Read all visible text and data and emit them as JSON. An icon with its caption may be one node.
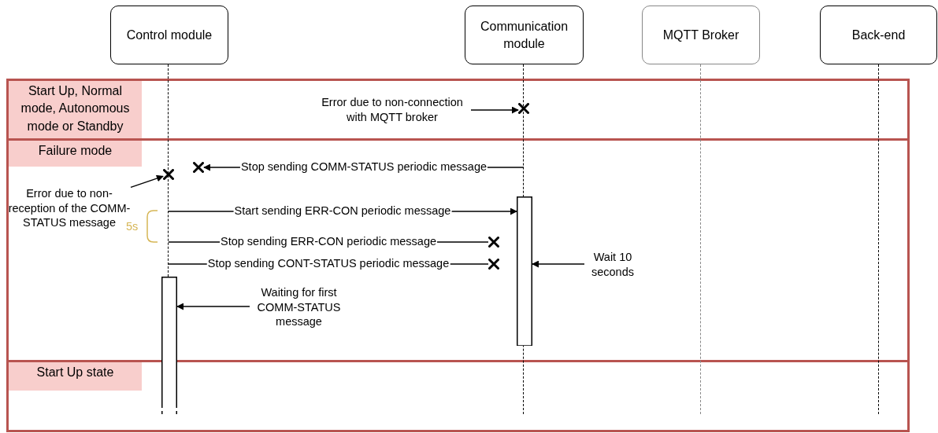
{
  "diagram": {
    "nodes": [
      {
        "text": [
          "Control module"
        ]
      },
      {
        "text": [
          "Communication module"
        ]
      },
      {
        "text": [
          "MQTT Broker"
        ]
      },
      {
        "text": [
          "Back-end"
        ]
      },
      {
        "text": [
          "Start Up, Normal mode, Autonomous mode or Standby"
        ]
      },
      {
        "text": [
          "Error due to non-connection with MQTT broker"
        ],
        "in": 4
      },
      {
        "text": [],
        "shape": "cross",
        "in": 4
      },
      {
        "text": [
          "Failure mode"
        ]
      },
      {
        "text": [],
        "shape": "cross",
        "in": 7
      },
      {
        "text": [],
        "shape": "cross",
        "in": 7
      },
      {
        "text": [
          "Error due to non-reception of the COMM-STATUS message"
        ],
        "in": 7
      },
      {
        "text": [],
        "shape": "bar",
        "in": 7
      },
      {
        "text": [],
        "shape": "cross",
        "in": 7
      },
      {
        "text": [],
        "shape": "cross",
        "in": 7
      },
      {
        "text": [
          "Wait 10 seconds"
        ],
        "in": 7
      },
      {
        "text": [],
        "shape": "bar"
      },
      {
        "text": [
          "Waiting for first COMM-STATUS message"
        ],
        "in": 7
      },
      {
        "text": [
          "Start Up state"
        ]
      },
      {
        "text": [],
        "shape": "line"
      },
      {
        "text": [],
        "shape": "line"
      },
      {
        "text": [],
        "shape": "line"
      },
      {
        "text": [],
        "shape": "line"
      }
    ],
    "edges": [
      {
        "from": 5,
        "to": 6,
        "arrow": "to"
      },
      {
        "from": 19,
        "to": 8,
        "arrow": "to",
        "label": "Stop sending COMM-STATUS periodic message"
      },
      {
        "from": 10,
        "to": 9,
        "arrow": "to"
      },
      {
        "from": 18,
        "to": 11,
        "arrow": "to",
        "label": "Start sending ERR-CON periodic message"
      },
      {
        "from": 18,
        "to": 12,
        "arrow": "none",
        "label": "Stop sending ERR-CON periodic message"
      },
      {
        "from": 18,
        "to": 13,
        "arrow": "none",
        "label": "Stop sending CONT-STATUS periodic message"
      },
      {
        "from": 14,
        "to": 11,
        "arrow": "to"
      },
      {
        "from": 16,
        "to": 15,
        "arrow": "to"
      }
    ],
    "labels": [
      "5s"
    ]
  }
}
